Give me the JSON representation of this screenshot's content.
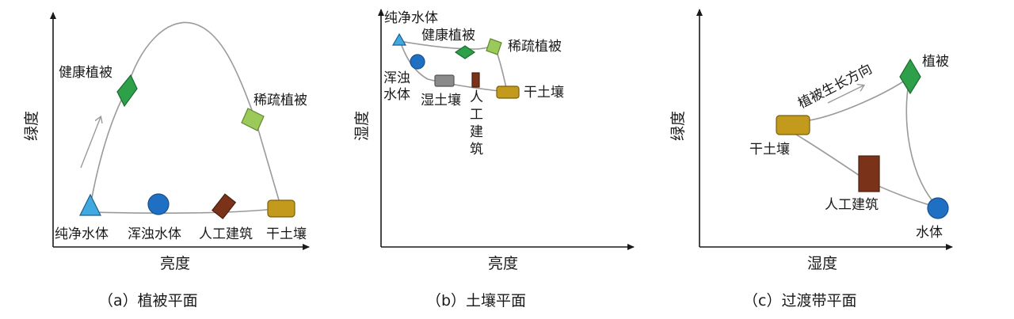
{
  "panels": [
    {
      "caption": "（a）植被平面",
      "xlabel": "亮度",
      "ylabel": "绿度",
      "labels": {
        "pure_water": "纯净水体",
        "turbid_water": "浑浊水体",
        "built": "人工建筑",
        "dry_soil": "干土壤",
        "healthy_veg": "健康植被",
        "sparse_veg": "稀疏植被"
      }
    },
    {
      "caption": "（b）土壤平面",
      "xlabel": "亮度",
      "ylabel": "湿度",
      "labels": {
        "pure_water": "纯净水体",
        "healthy_veg": "健康植被",
        "sparse_veg": "稀疏植被",
        "turbid_water_1": "浑浊",
        "turbid_water_2": "水体",
        "wet_soil": "湿土壤",
        "built_1": "人",
        "built_2": "工",
        "built_3": "建",
        "built_4": "筑",
        "dry_soil": "干土壤"
      }
    },
    {
      "caption": "（c）过渡带平面",
      "xlabel": "湿度",
      "ylabel": "绿度",
      "labels": {
        "dry_soil": "干土壤",
        "vegetation": "植被",
        "built": "人工建筑",
        "water": "水体",
        "growth_direction": "植被生长方向"
      }
    }
  ],
  "colors": {
    "water_blue": "#1f6fc2",
    "pure_water_cyan": "#3fa9e0",
    "healthy_green": "#2ea04a",
    "sparse_green": "#9bc95a",
    "built_brown": "#7a3318",
    "dry_soil_gold": "#c49a1c",
    "wet_soil_gray": "#8a8a8a"
  }
}
